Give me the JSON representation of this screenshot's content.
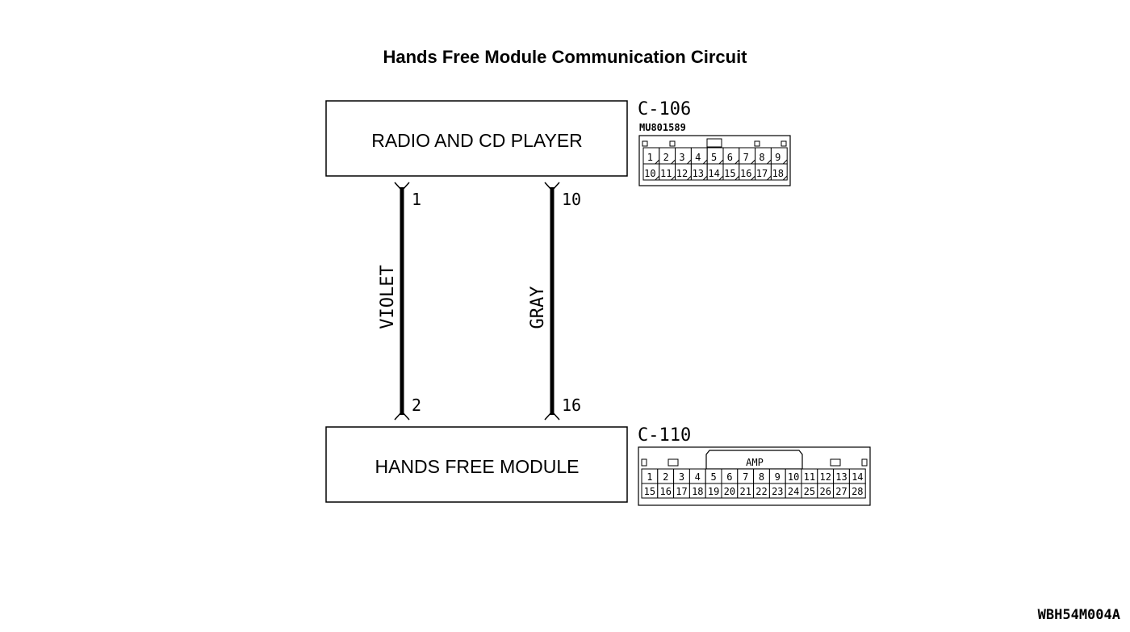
{
  "diagram": {
    "title": "Hands Free Module Communication Circuit",
    "reference_code": "WBH54M004A",
    "components": {
      "radio": {
        "label": "RADIO AND CD PLAYER"
      },
      "hfm": {
        "label": "HANDS FREE MODULE"
      }
    },
    "wires": [
      {
        "color_label": "VIOLET",
        "top_pin": "1",
        "bottom_pin": "2"
      },
      {
        "color_label": "GRAY",
        "top_pin": "10",
        "bottom_pin": "16"
      }
    ],
    "connectors": {
      "c106": {
        "id": "C-106",
        "part_number": "MU801589",
        "row1": [
          "1",
          "2",
          "3",
          "4",
          "5",
          "6",
          "7",
          "8",
          "9"
        ],
        "row2": [
          "10",
          "11",
          "12",
          "13",
          "14",
          "15",
          "16",
          "17",
          "18"
        ]
      },
      "c110": {
        "id": "C-110",
        "badge": "AMP",
        "row1": [
          "1",
          "2",
          "3",
          "4",
          "5",
          "6",
          "7",
          "8",
          "9",
          "10",
          "11",
          "12",
          "13",
          "14"
        ],
        "row2": [
          "15",
          "16",
          "17",
          "18",
          "19",
          "20",
          "21",
          "22",
          "23",
          "24",
          "25",
          "26",
          "27",
          "28"
        ]
      }
    }
  }
}
